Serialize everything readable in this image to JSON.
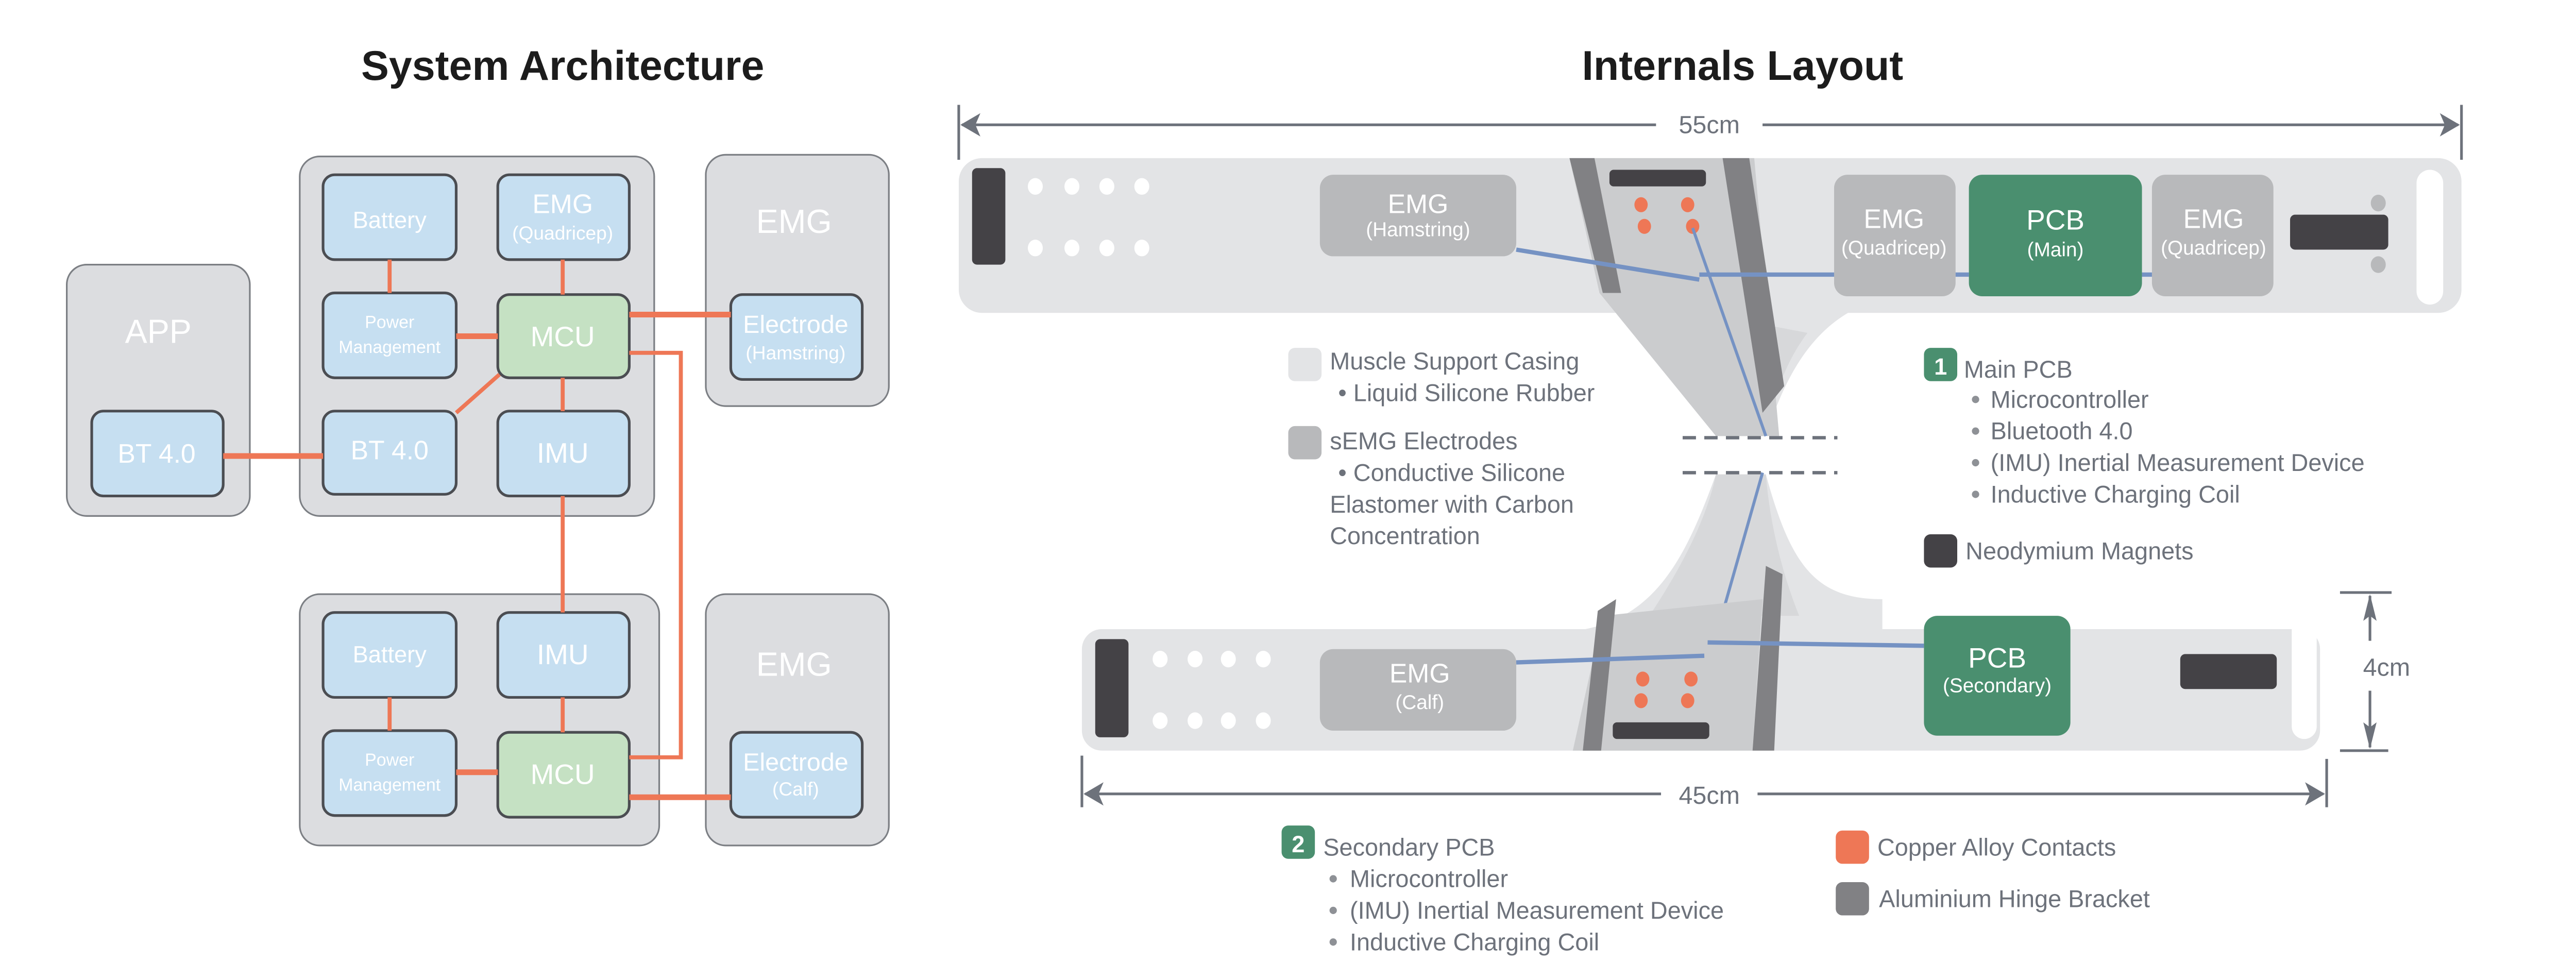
{
  "architecture": {
    "title": "System Architecture",
    "app": {
      "label": "APP",
      "bt": "BT 4.0"
    },
    "main_unit": {
      "battery": "Battery",
      "emg_line1": "EMG",
      "emg_line2": "(Quadricep)",
      "power_line1": "Power",
      "power_line2": "Management",
      "mcu": "MCU",
      "bt": "BT 4.0",
      "imu": "IMU"
    },
    "emg_hamstring": {
      "label": "EMG",
      "electrode_line1": "Electrode",
      "electrode_line2": "(Hamstring)"
    },
    "secondary_unit": {
      "battery": "Battery",
      "imu": "IMU",
      "power_line1": "Power",
      "power_line2": "Management",
      "mcu": "MCU"
    },
    "emg_calf": {
      "label": "EMG",
      "electrode_line1": "Electrode",
      "electrode_line2": "(Calf)"
    }
  },
  "internals": {
    "title": "Internals Layout",
    "dim_top": "55cm",
    "dim_bottom": "45cm",
    "dim_height": "4cm",
    "upper_strip": {
      "emg_hamstring_line1": "EMG",
      "emg_hamstring_line2": "(Hamstring)",
      "emg_quad_left_line1": "EMG",
      "emg_quad_left_line2": "(Quadricep)",
      "pcb_line1": "PCB",
      "pcb_line2": "(Main)",
      "emg_quad_right_line1": "EMG",
      "emg_quad_right_line2": "(Quadricep)"
    },
    "lower_strip": {
      "emg_line1": "EMG",
      "emg_line2": "(Calf)",
      "pcb_line1": "PCB",
      "pcb_line2": "(Secondary)"
    },
    "legend": {
      "casing": {
        "title": "Muscle Support Casing",
        "bullets": [
          "• Liquid Silicone Rubber"
        ]
      },
      "electrodes": {
        "title": "sEMG Electrodes",
        "bullets": [
          "• Conductive Silicone",
          "Elastomer with Carbon",
          "Concentration"
        ]
      },
      "main_pcb": {
        "badge": "1",
        "title": "Main PCB",
        "bullets": [
          "Microcontroller",
          "Bluetooth 4.0",
          "(IMU) Inertial Measurement Device",
          "Inductive Charging Coil"
        ]
      },
      "magnets": {
        "title": "Neodymium Magnets"
      },
      "secondary_pcb": {
        "badge": "2",
        "title": "Secondary PCB",
        "bullets": [
          "Microcontroller",
          "(IMU) Inertial Measurement Device",
          "Inductive Charging Coil"
        ]
      },
      "copper": {
        "title": "Copper Alloy Contacts"
      },
      "aluminium": {
        "title": "Aluminium Hinge Bracket"
      }
    }
  },
  "colors": {
    "wire": "#ee7756",
    "cable": "#7592c3",
    "pcb_green": "#4a8f6f",
    "module_blue": "#c6dff1",
    "mcu_green": "#c5e1c3",
    "casing": "#e3e4e6",
    "electrode_gray": "#b8b9bb",
    "magnet": "#444246",
    "bracket": "#818184"
  }
}
